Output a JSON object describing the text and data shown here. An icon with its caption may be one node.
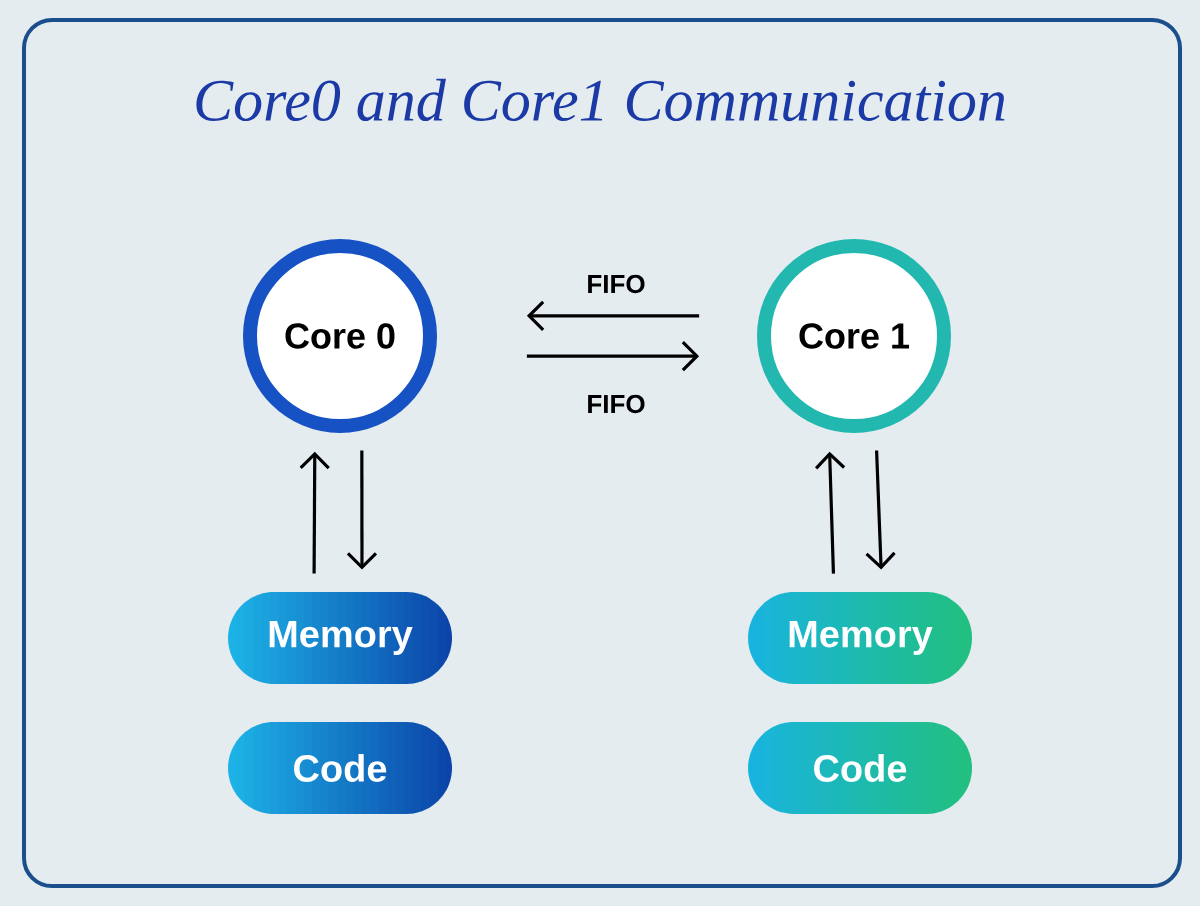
{
  "diagram": {
    "title": "Core0 and Core1 Communication",
    "nodes": [
      {
        "text": [
          "Core 0"
        ]
      },
      {
        "text": [
          "Core 1"
        ]
      },
      {
        "text": [
          "Memory"
        ]
      },
      {
        "text": [
          "Code"
        ]
      },
      {
        "text": [
          "Memory"
        ]
      },
      {
        "text": [
          "Code"
        ]
      }
    ],
    "edges": [
      {
        "from": 1,
        "to": 0,
        "arrow": "to",
        "label": "FIFO"
      },
      {
        "from": 0,
        "to": 1,
        "arrow": "to",
        "label": "FIFO"
      },
      {
        "from": 2,
        "to": 0,
        "arrow": "to"
      },
      {
        "from": 0,
        "to": 2,
        "arrow": "to"
      },
      {
        "from": 4,
        "to": 1,
        "arrow": "to"
      },
      {
        "from": 1,
        "to": 4,
        "arrow": "to"
      }
    ]
  }
}
